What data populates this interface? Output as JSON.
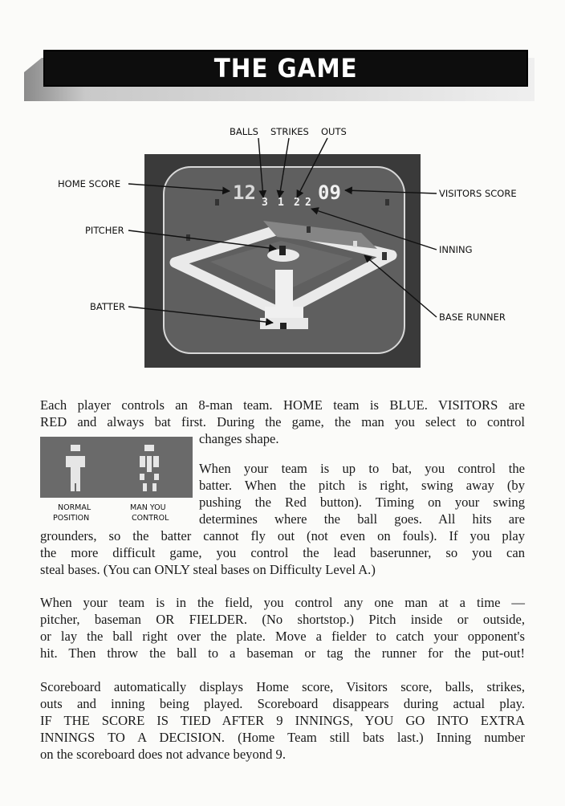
{
  "header": {
    "title": "THE GAME"
  },
  "diagram": {
    "labels": {
      "balls": "BALLS",
      "strikes": "STRIKES",
      "outs": "OUTS",
      "home_score": "HOME SCORE",
      "visitors_score": "VISITORS SCORE",
      "pitcher": "PITCHER",
      "inning": "INNING",
      "batter": "BATTER",
      "base_runner": "BASE RUNNER"
    },
    "scoreboard": {
      "home_score": "12",
      "visitors_score": "09",
      "balls": "3",
      "strikes": "1",
      "outs": "2",
      "inning": "2"
    }
  },
  "thumbnail": {
    "normal_position_label": [
      "NORMAL",
      "POSITION"
    ],
    "man_you_control_label": [
      "MAN YOU",
      "CONTROL"
    ]
  },
  "paragraph1": {
    "lines": [
      "Each player controls an 8-man team. HOME team is BLUE. VISITORS are",
      "RED and always bat first. During the game, the man you select to control",
      "changes shape."
    ]
  },
  "paragraph2": {
    "lines": [
      "When your team is up to bat, you control the",
      "batter. When the pitch is right, swing away (by",
      "pushing the Red button). Timing on your swing",
      "determines where the ball goes. All hits are",
      "grounders, so the batter cannot fly out (not even on fouls). If you play",
      "the more difficult game, you control the lead baserunner, so you can",
      "steal bases. (You can ONLY steal bases on Difficulty Level A.)"
    ]
  },
  "paragraph3": {
    "lines": [
      "When your team is in the field, you control any one man at a time —",
      "pitcher, baseman OR FIELDER. (No shortstop.) Pitch inside or outside,",
      "or lay the ball right over the plate. Move a fielder to catch your opponent's",
      "hit. Then throw the ball to a baseman or tag the runner for the put-out!"
    ]
  },
  "paragraph4": {
    "lines": [
      "Scoreboard automatically displays Home score, Visitors score, balls, strikes,",
      "outs and inning being played. Scoreboard disappears during actual play.",
      "IF THE SCORE IS TIED AFTER 9 INNINGS, YOU GO INTO EXTRA",
      "INNINGS TO A DECISION. (Home Team still bats last.) Inning number",
      "on the scoreboard does not advance beyond 9."
    ]
  }
}
